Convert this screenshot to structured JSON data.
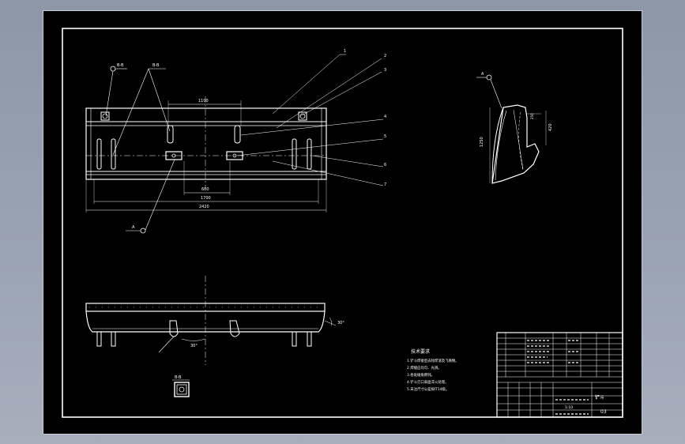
{
  "colors": {
    "background": "#9aa3b3",
    "sheet": "#000000",
    "line": "#ffffff"
  },
  "front_view": {
    "callouts": [
      "1",
      "2",
      "3",
      "4",
      "5",
      "6",
      "7"
    ],
    "dim_top": "1100",
    "dim_mid": "600",
    "dim_lower": "1700",
    "dim_overall": "2420",
    "section_marks": [
      "B-B",
      "B-B"
    ],
    "view_mark": "A"
  },
  "side_view": {
    "mark": "A",
    "dim_left": "1250",
    "dim_right": "420",
    "dim_small": "250"
  },
  "bottom_view": {
    "angle_right": "30°",
    "angle_mid": "30°"
  },
  "detail_mark": "B-B",
  "notes": {
    "title": "技术要求",
    "lines": [
      "1.铲斗焊接后去除焊渣及飞溅物。",
      "2.焊缝应均匀、光滑。",
      "3.各处棱角倒钝。",
      "4.铲斗刃口表面淬火处理。",
      "5.未注尺寸公差按IT14级。"
    ]
  },
  "title_block": {
    "part_name": "铲斗",
    "drawing_no": "03",
    "scale": "1:10"
  }
}
